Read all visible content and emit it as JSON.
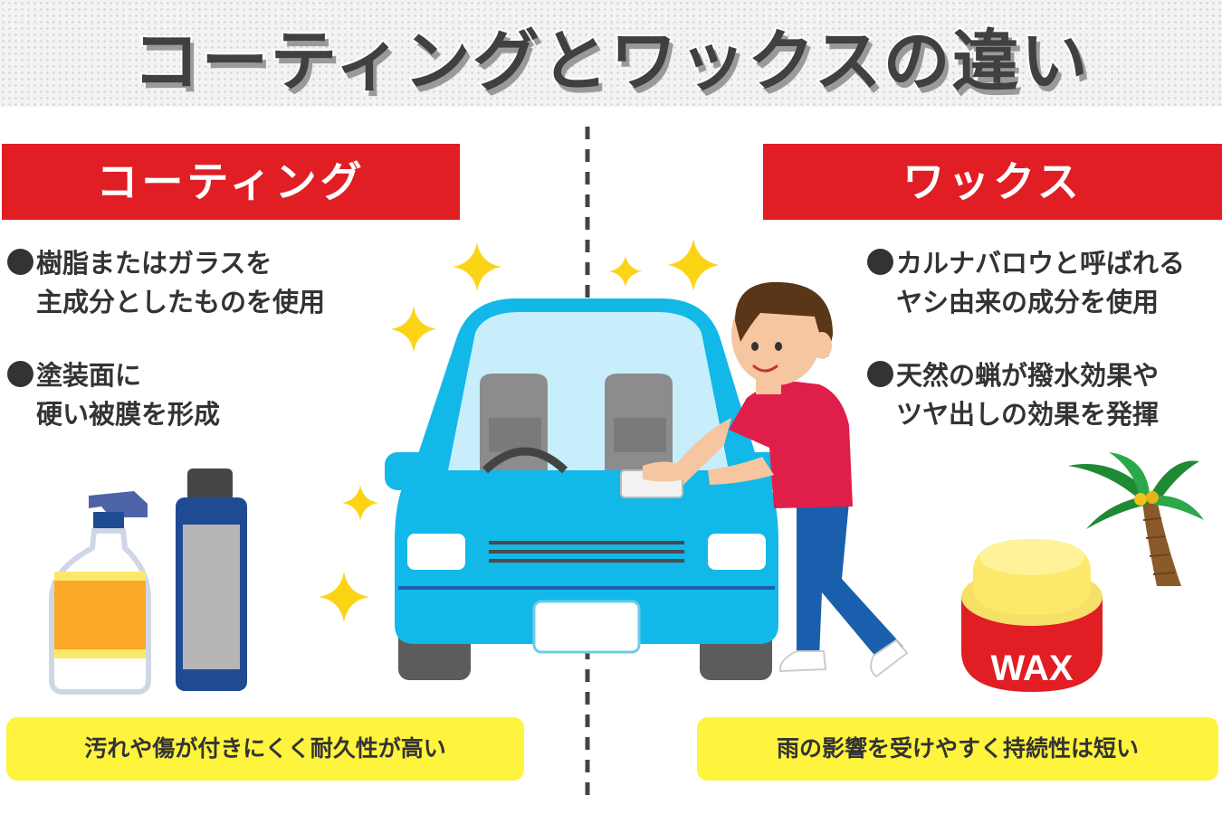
{
  "title": "コーティングとワックスの違い",
  "coating": {
    "header": "コーティング",
    "bullets": [
      {
        "line1": "樹脂またはガラスを",
        "line2": "主成分としたものを使用"
      },
      {
        "line1": "塗装面に",
        "line2": "硬い被膜を形成"
      }
    ],
    "note": "汚れや傷が付きにくく耐久性が高い"
  },
  "wax": {
    "header": "ワックス",
    "bullets": [
      {
        "line1": "カルナバロウと呼ばれる",
        "line2": "ヤシ由来の成分を使用"
      },
      {
        "line1": "天然の蝋が撥水効果や",
        "line2": "ツヤ出しの効果を発揮"
      }
    ],
    "note": "雨の影響を受けやすく持続性は短い",
    "jar_label": "WAX"
  },
  "colors": {
    "header_red": "#e01e24",
    "note_yellow": "#fef33d",
    "car_blue": "#12b8e8",
    "text_dark": "#333333",
    "sparkle": "#fbd416"
  }
}
